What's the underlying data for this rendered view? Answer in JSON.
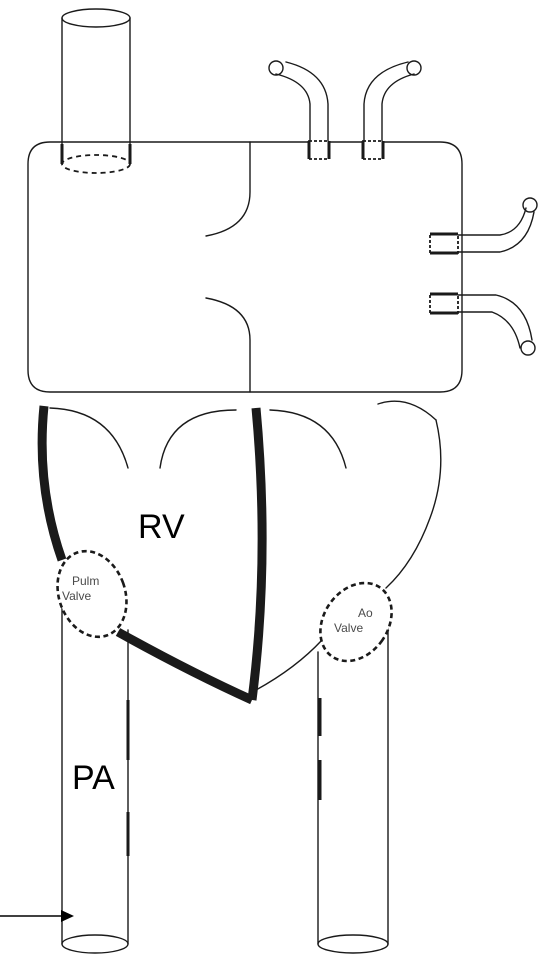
{
  "labels": {
    "rv": "RV",
    "pa": "PA",
    "pulm_valve_line1": "Pulm",
    "pulm_valve_line2": "Valve",
    "ao_valve_line1": "Ao",
    "ao_valve_line2": "Valve"
  }
}
